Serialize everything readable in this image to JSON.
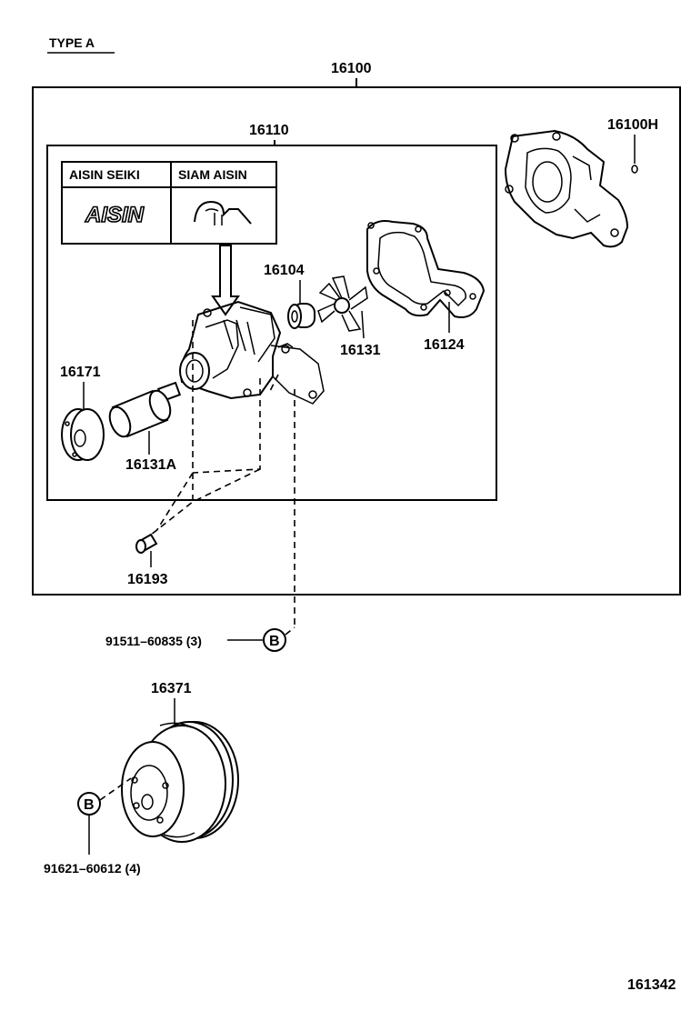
{
  "header": {
    "type_label": "TYPE  A"
  },
  "assembly": {
    "outer_label": "16100",
    "inner_label": "16110"
  },
  "maker_table": {
    "col1_header": "AISIN  SEIKI",
    "col2_header": "SIAM  AISIN",
    "col1_logo": "AISIN"
  },
  "parts": {
    "p16100H": "16100H",
    "p16104": "16104",
    "p16131": "16131",
    "p16124": "16124",
    "p16171": "16171",
    "p16131A": "16131A",
    "p16193": "16193",
    "p16371": "16371"
  },
  "fasteners": {
    "bolt_b_label": "91511–60835 (3)",
    "bolt_b_marker": "B",
    "nut_b_label": "91621–60612 (4)",
    "nut_b_marker": "B"
  },
  "footer": {
    "diagram_number": "161342"
  }
}
